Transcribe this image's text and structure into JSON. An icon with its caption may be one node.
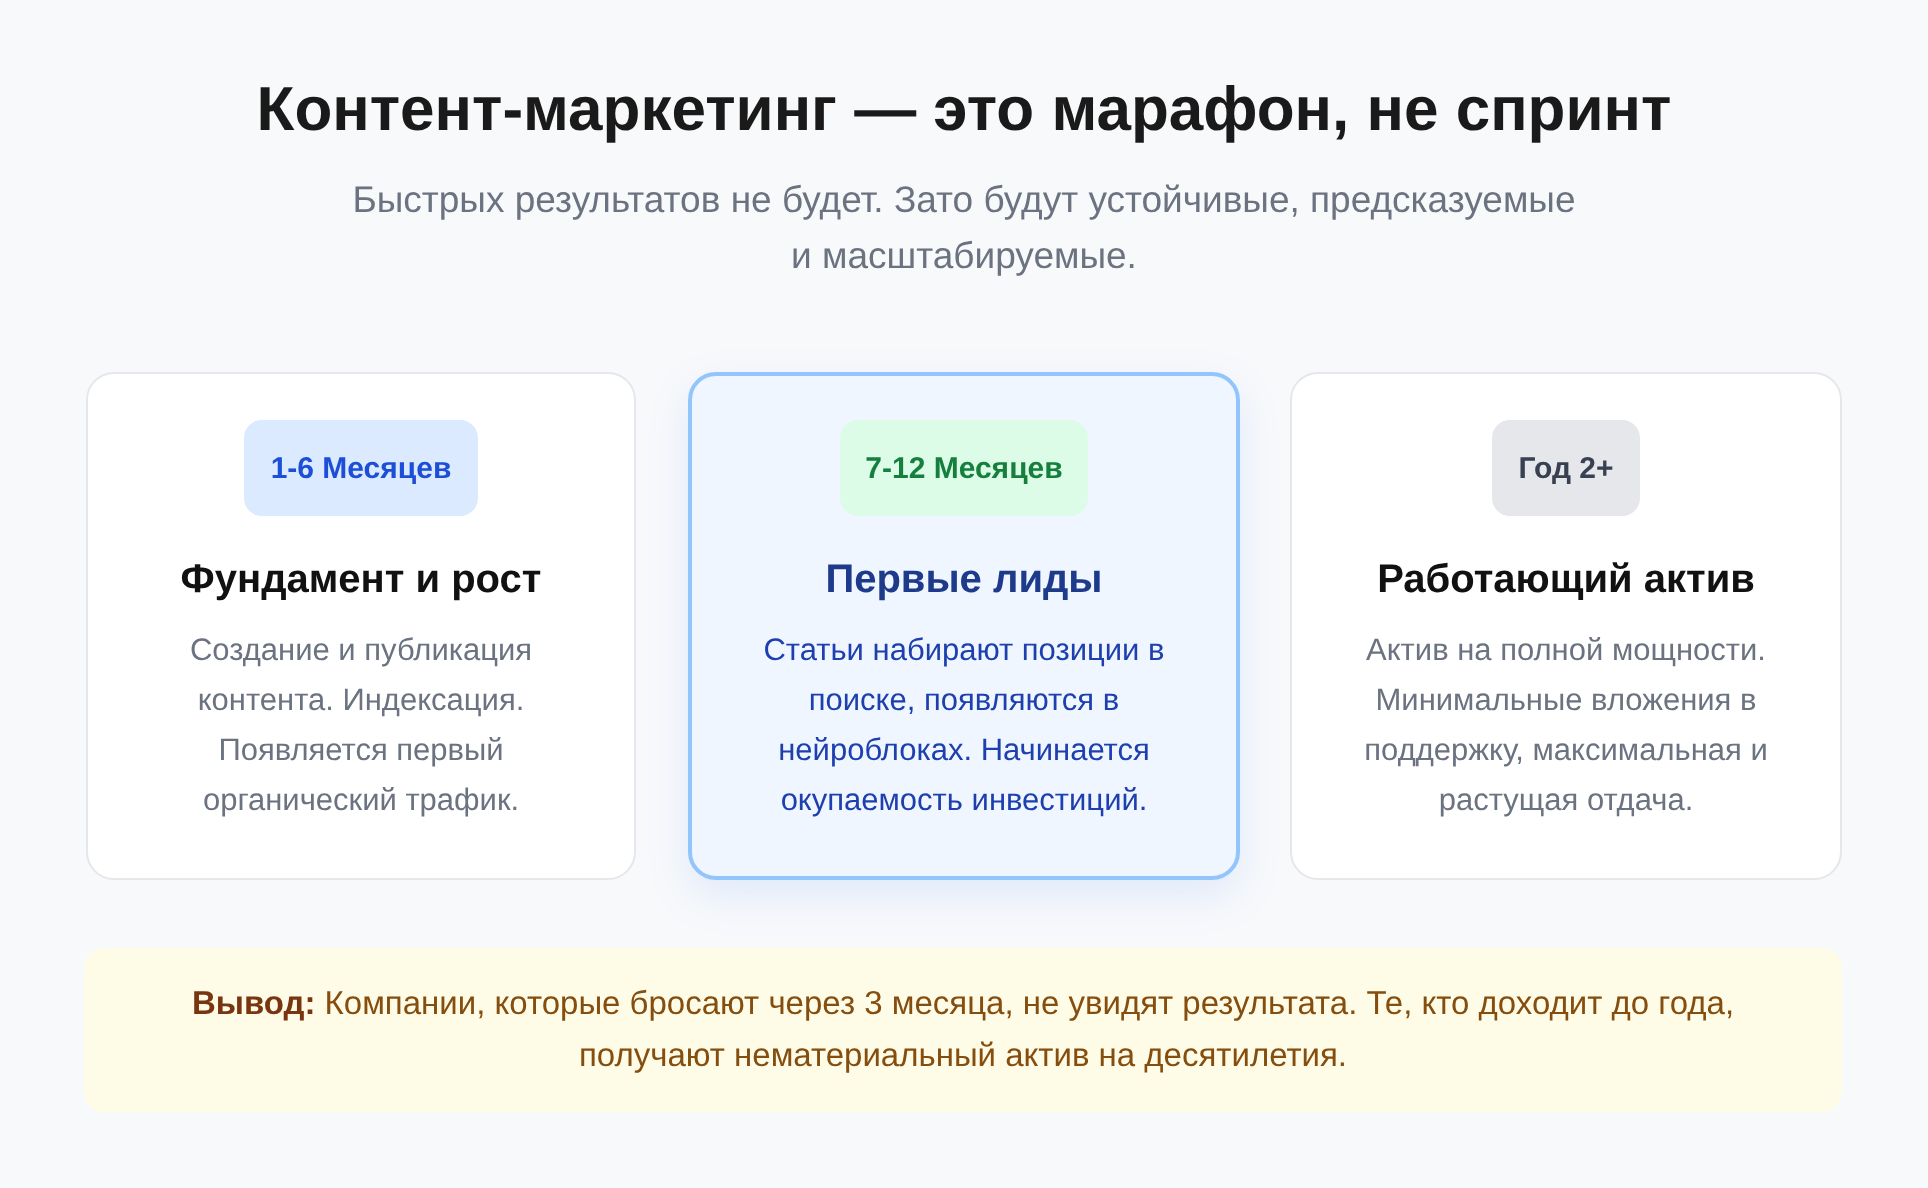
{
  "diagram": {
    "title": "Контент-маркетинг — это марафон, не спринт",
    "nodes": [
      {
        "text": [
          "Фундамент и рост",
          "Создание и публикация контента. Индексация. Появляется первый органический трафик."
        ]
      },
      {
        "text": [
          "1-6 Месяцев"
        ],
        "in": 0
      },
      {
        "text": [
          "Первые лиды",
          "Статьи набирают позиции в поиске, появляются в нейроблоках. Начинается окупаемость инвестиций."
        ]
      },
      {
        "text": [
          "7-12 Месяцев"
        ],
        "in": 2
      },
      {
        "text": [
          "Работающий актив",
          "Актив на полной мощности. Минимальные вложения в поддержку, максимальная и растущая отдача."
        ]
      },
      {
        "text": [
          "Год 2+"
        ],
        "in": 4
      },
      {
        "text": [
          "**Вывод:** Компании, которые бросают через 3 месяца, не увидят результата. Те, кто доходит до года, получают нематериальный актив на десятилетия."
        ]
      }
    ],
    "labels": [
      "Быстрых результатов не будет. Зато будут устойчивые, предсказуемые и масштабируемые."
    ]
  }
}
